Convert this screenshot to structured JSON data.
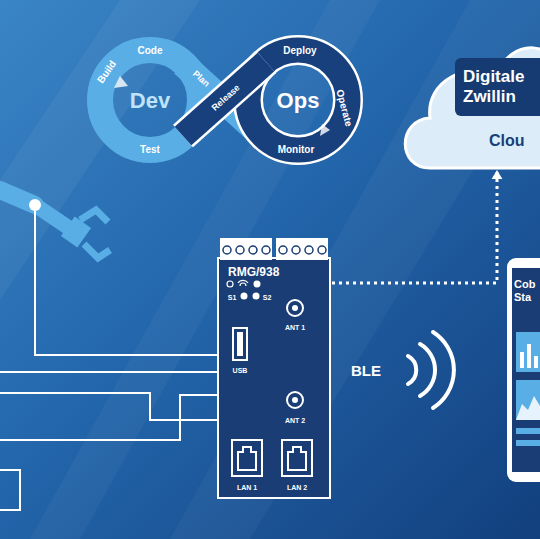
{
  "diagram": {
    "nodes": [
      {
        "text": [
          "Clou"
        ]
      },
      {
        "text": [
          "Digitale Zwillin"
        ],
        "in": 0
      },
      {
        "text": [
          "RMG/938"
        ]
      },
      {
        "text": [
          "Cob Sta"
        ]
      }
    ],
    "edges": [
      {
        "from": 2,
        "to": 0,
        "arrow": "to"
      }
    ],
    "labels": [
      "Dev",
      "Ops",
      "Code",
      "Build",
      "Test",
      "Plan",
      "Release",
      "Deploy",
      "Operate",
      "Monitor",
      "S1",
      "S2",
      "ANT 1",
      "USB",
      "ANT 2",
      "LAN 1",
      "LAN 2",
      "BLE"
    ]
  }
}
